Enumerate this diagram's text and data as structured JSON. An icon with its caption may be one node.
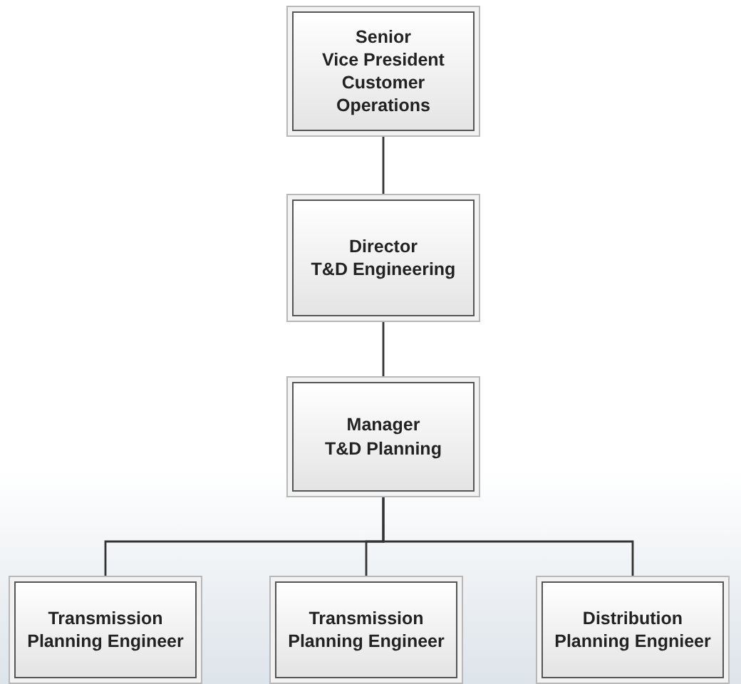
{
  "diagram": {
    "nodes": [
      {
        "text": [
          "Senior",
          "Vice President",
          "Customer Operations"
        ]
      },
      {
        "text": [
          "Director",
          "T&D Engineering"
        ]
      },
      {
        "text": [
          "Manager",
          "T&D Planning"
        ]
      },
      {
        "text": [
          "Transmission Planning Engineer"
        ]
      },
      {
        "text": [
          "Transmission Planning Engineer"
        ]
      },
      {
        "text": [
          "Distribution Planning Engnieer"
        ]
      }
    ],
    "edges": [
      {
        "from": 0,
        "to": 1,
        "arrow": "none"
      },
      {
        "from": 1,
        "to": 2,
        "arrow": "none"
      },
      {
        "from": 2,
        "to": 3,
        "arrow": "none"
      },
      {
        "from": 2,
        "to": 4,
        "arrow": "none"
      },
      {
        "from": 2,
        "to": 5,
        "arrow": "none"
      }
    ]
  }
}
